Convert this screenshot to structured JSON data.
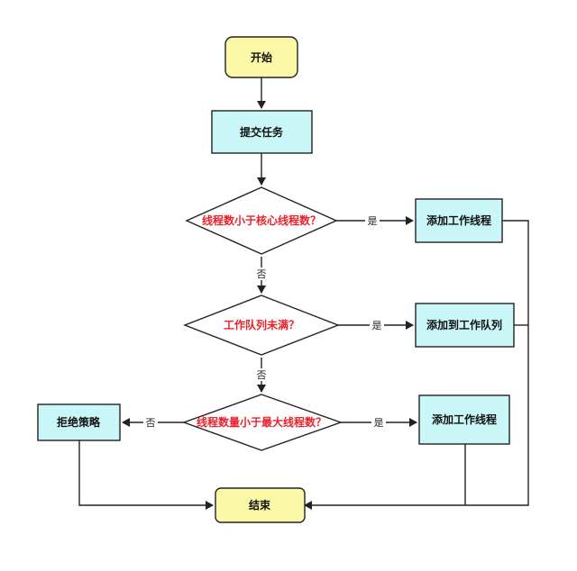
{
  "colors": {
    "terminal_fill": "#fbf9a6",
    "process_fill": "#c9f6f6",
    "decision_fill": "#ffffff",
    "stroke": "#222222",
    "condition_text": "#e8222b"
  },
  "nodes": {
    "start": "开始",
    "submit": "提交任务",
    "cond1": "线程数小于核心线程数？",
    "cond2": "工作队列未满？",
    "cond3": "线程数量小于最大线程数？",
    "add_worker_1": "添加工作线程",
    "add_queue": "添加到工作队列",
    "add_worker_2": "添加工作线程",
    "reject": "拒绝策略",
    "end": "结束"
  },
  "edges": {
    "yes": "是",
    "no": "否"
  }
}
